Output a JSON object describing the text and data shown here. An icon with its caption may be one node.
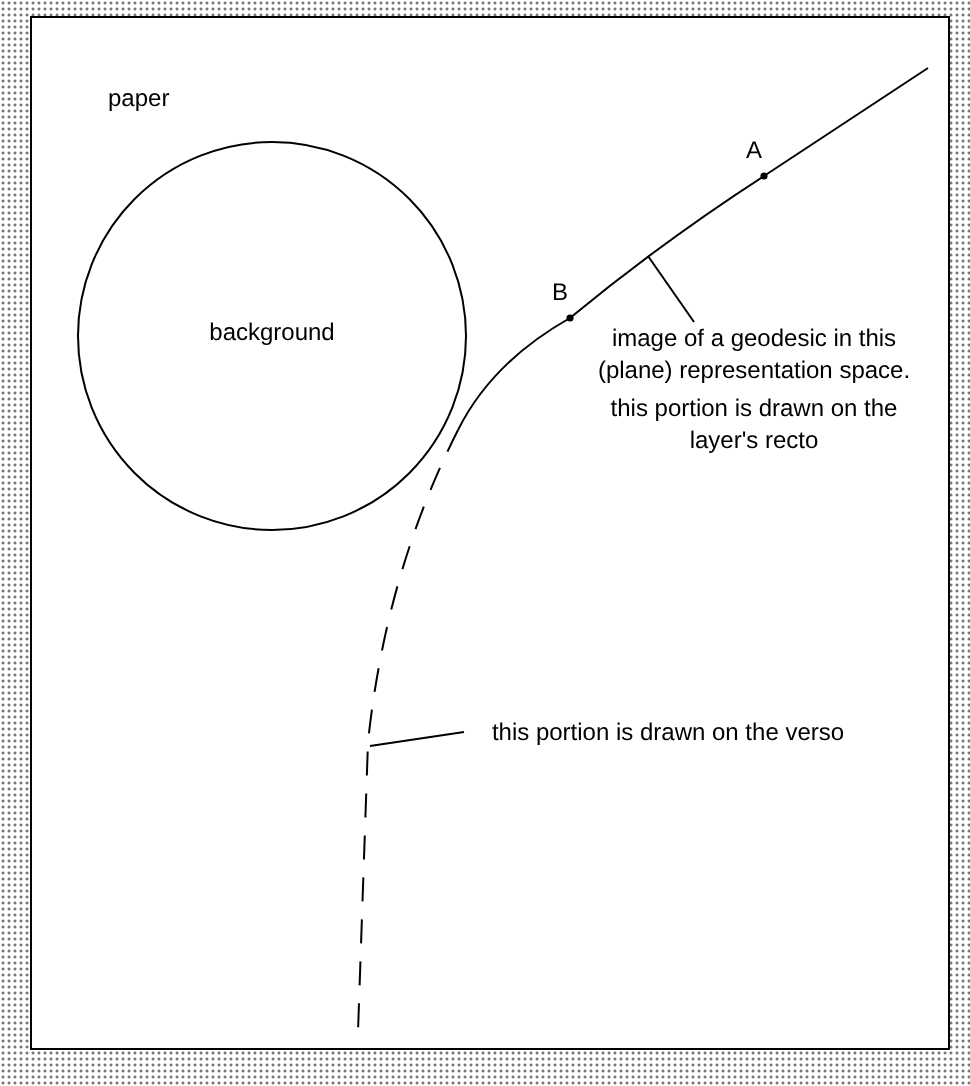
{
  "diagram": {
    "nodes": [
      {
        "text": [
          "paper"
        ]
      },
      {
        "text": [
          "background"
        ],
        "in": 0
      },
      {
        "text": [
          "image of a geodesic in this (plane) representation space.",
          "this portion is drawn on the layer's recto"
        ],
        "in": 0
      },
      {
        "text": [],
        "shape": "curve",
        "in": 0
      },
      {
        "text": [
          "this portion is drawn on the verso"
        ],
        "in": 0
      },
      {
        "text": [],
        "shape": "curve",
        "in": 0
      }
    ],
    "edges": [
      {
        "from": 2,
        "to": 3,
        "arrow": "none"
      },
      {
        "from": 4,
        "to": 5,
        "arrow": "none"
      }
    ],
    "labels": [
      "A",
      "B"
    ]
  }
}
